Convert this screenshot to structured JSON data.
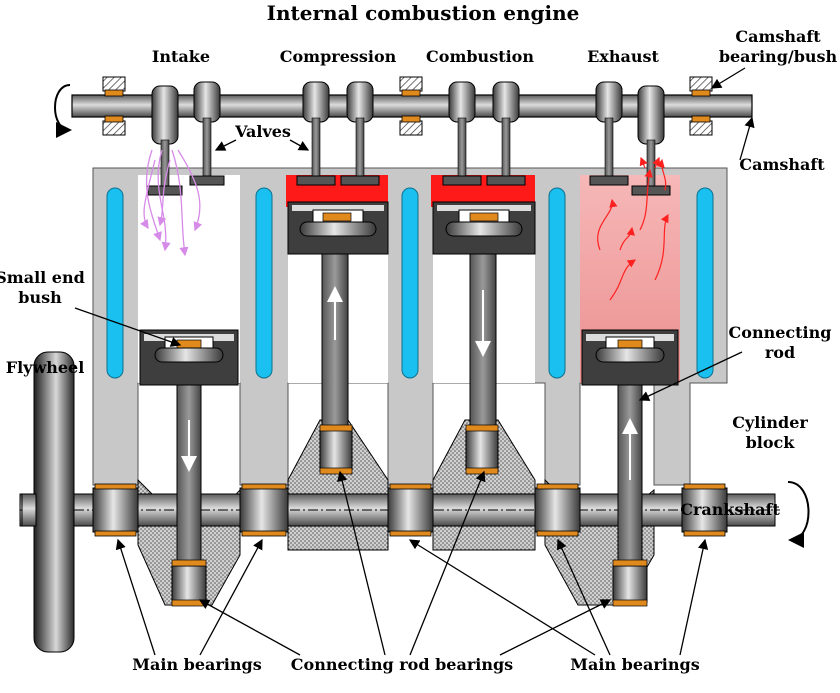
{
  "title": "Internal combustion engine",
  "strokes": [
    "Intake",
    "Compression",
    "Combustion",
    "Exhaust"
  ],
  "labels": {
    "camshaft_bearing_line1": "Camshaft",
    "camshaft_bearing_line2": "bearing/bush",
    "valves": "Valves",
    "camshaft": "Camshaft",
    "small_end_line1": "Small end",
    "small_end_line2": "bush",
    "flywheel": "Flywheel",
    "connecting_rod_line1": "Connecting",
    "connecting_rod_line2": "rod",
    "cylinder_block_line1": "Cylinder",
    "cylinder_block_line2": "block",
    "crankshaft": "Crankshaft",
    "main_bearings_left": "Main bearings",
    "connecting_rod_bearings": "Connecting rod bearings",
    "main_bearings_right": "Main bearings"
  },
  "colors": {
    "block": "#c8c8c8",
    "coolant": "#19c0f0",
    "bearing": "#e08a1e",
    "combustion_red": "#ff1a1a",
    "exhaust_gas": "#f4a5a5",
    "intake_mixture": "#d78be8",
    "shaft": "#7a7a7a"
  }
}
